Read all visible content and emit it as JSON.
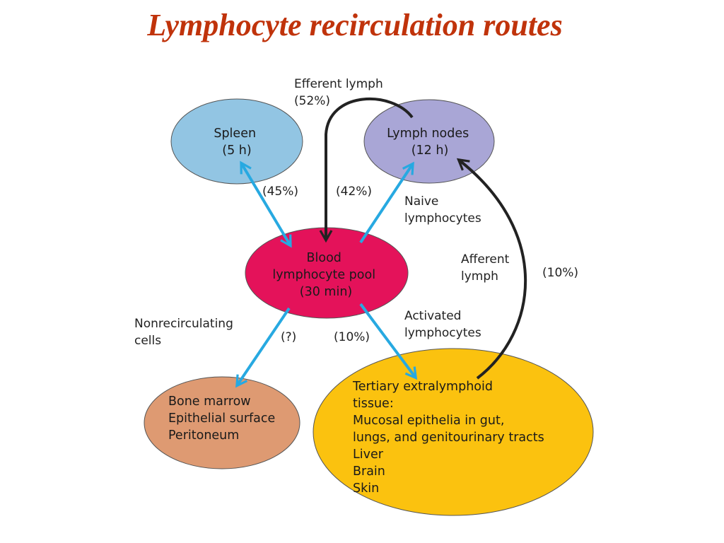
{
  "title": "Lymphocyte recirculation routes",
  "colors": {
    "title": "#c0330b",
    "spleen": "#92c5e3",
    "lymph_nodes": "#a9a6d6",
    "blood_pool": "#e4125a",
    "bone_marrow": "#de9a72",
    "tertiary": "#fbc20f",
    "blue_arrow": "#27a9e1",
    "black_arrow": "#222222"
  },
  "nodes": {
    "spleen": [
      "Spleen",
      "(5 h)"
    ],
    "lymph_nodes": [
      "Lymph nodes",
      "(12 h)"
    ],
    "blood_pool": [
      "Blood",
      "lymphocyte pool",
      "(30 min)"
    ],
    "bone_marrow": [
      "Bone marrow",
      "Epithelial surface",
      "Peritoneum"
    ],
    "tertiary": [
      "Tertiary extralymphoid",
      "tissue:",
      "Mucosal epithelia in gut,",
      "lungs, and genitourinary tracts",
      "Liver",
      "Brain",
      "Skin"
    ]
  },
  "edge_labels": {
    "efferent_lymph": [
      "Efferent lymph",
      "(52%)"
    ],
    "spleen_pct": "(45%)",
    "ln_pct": "(42%)",
    "naive": [
      "Naive",
      "lymphocytes"
    ],
    "afferent": [
      "Afferent",
      "lymph"
    ],
    "afferent_pct": "(10%)",
    "nonrecirculating": [
      "Nonrecirculating",
      "cells"
    ],
    "unknown_pct": "(?)",
    "activated_pct": "(10%)",
    "activated": [
      "Activated",
      "lymphocytes"
    ]
  }
}
